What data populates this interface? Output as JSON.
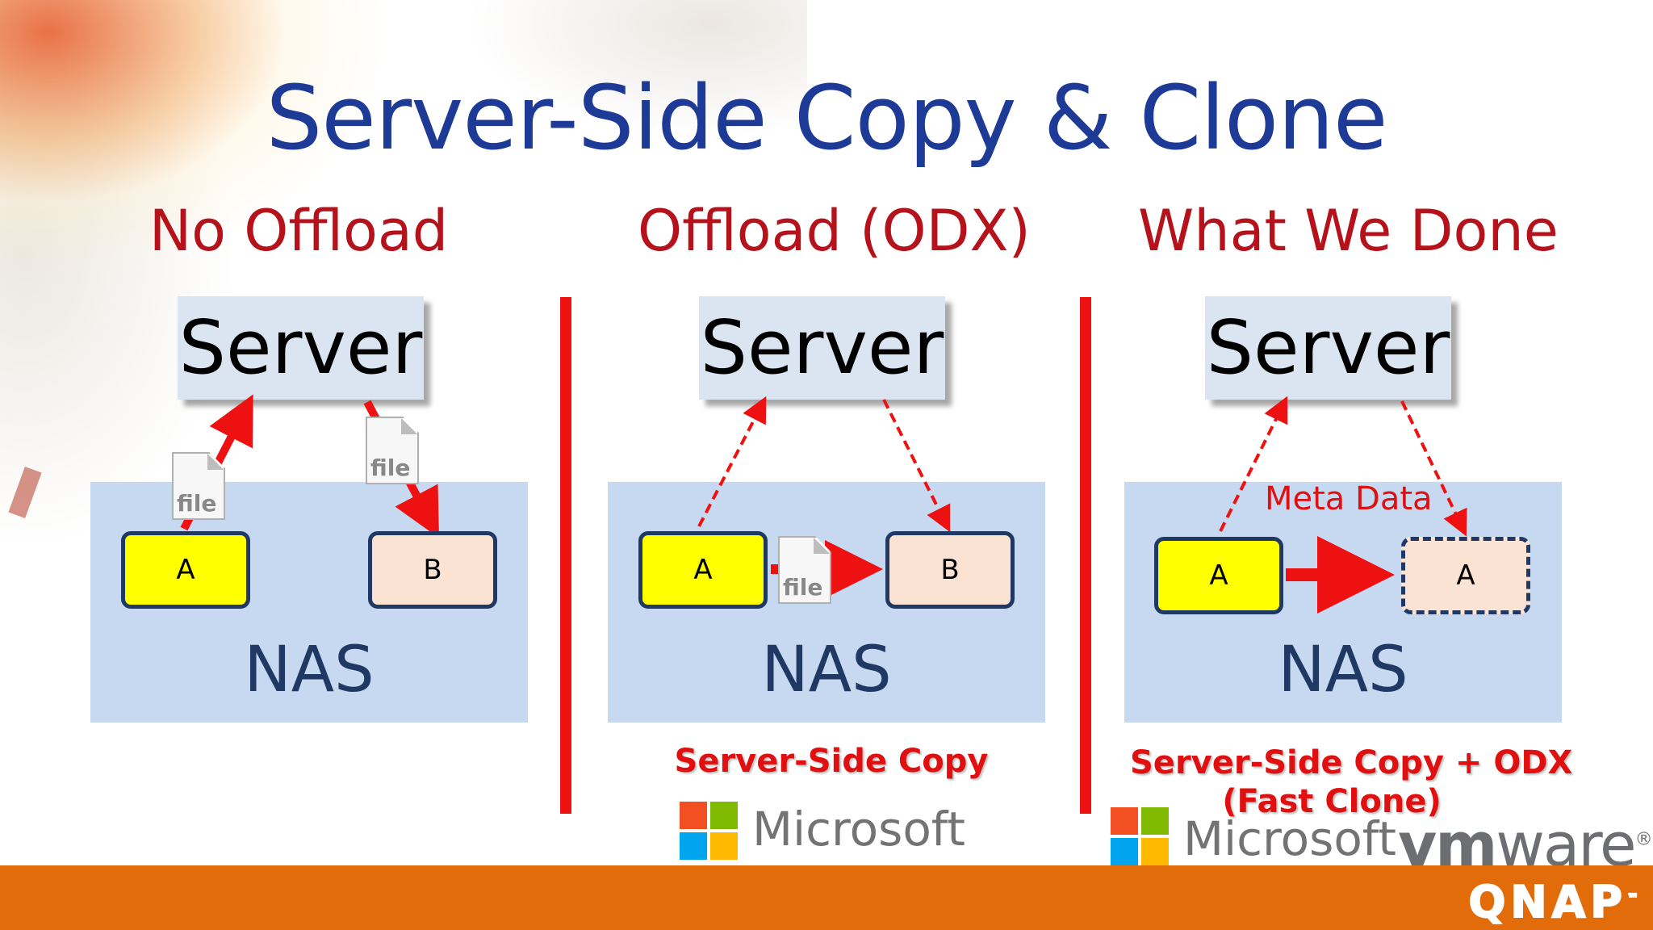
{
  "title": "Server-Side Copy & Clone",
  "columns": [
    {
      "heading": "No Offload",
      "server": "Server",
      "nas": "NAS",
      "box_a": "A",
      "box_b": "B",
      "file_labels": [
        "file",
        "file"
      ]
    },
    {
      "heading": "Offload (ODX)",
      "server": "Server",
      "nas": "NAS",
      "box_a": "A",
      "box_b": "B",
      "file_label": "file",
      "caption": "Server-Side Copy",
      "vendor": "Microsoft"
    },
    {
      "heading": "What We Done",
      "server": "Server",
      "nas": "NAS",
      "box_a": "A",
      "box_b": "A",
      "meta_label": "Meta Data",
      "caption_line1": "Server-Side Copy + ODX",
      "caption_line2": "(Fast Clone)",
      "vendor": "Microsoft",
      "vendor2_vm": "vm",
      "vendor2_ware": "ware",
      "vendor2_reg": "®"
    }
  ],
  "footer": {
    "brand": "QNAP",
    "tm": "™"
  },
  "colors": {
    "title": "#1d3a96",
    "heading": "#b5121b",
    "divider": "#ee1111",
    "nas_bg": "#c6d9f0",
    "server_bg": "#dbe5f1",
    "footer": "#e36c0a"
  }
}
